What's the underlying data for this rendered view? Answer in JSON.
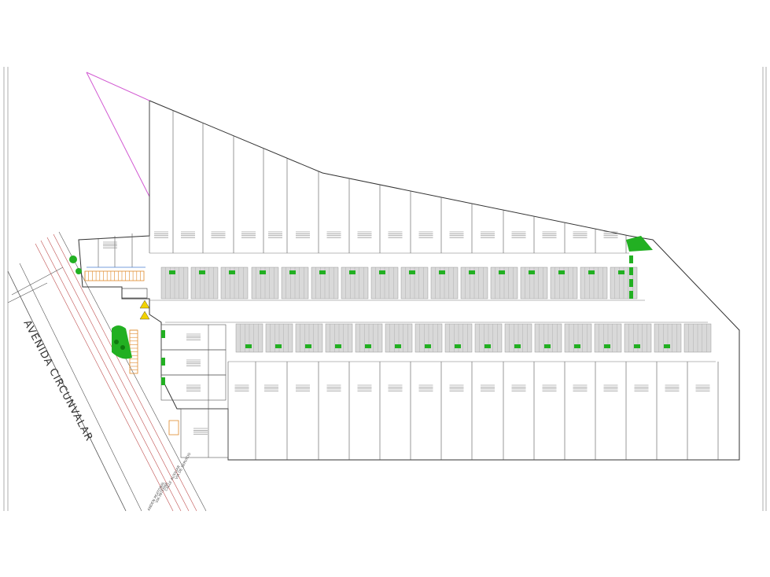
{
  "drawing": {
    "road_name": "AVENIDA CIRCUNVALAR",
    "street_labels": [
      "VIA DE SERVICIO",
      "CALLE AUXILIAR",
      "VIA INTERNA",
      "ANDEN PEATONAL"
    ],
    "colors": {
      "line": "#333333",
      "thin": "#8a8a8a",
      "green": "#22b022",
      "road_red": "#c05050",
      "boundary_magenta": "#d25ad2",
      "parking": "#e08a2a",
      "warning": "#f2d200",
      "bay_fill": "#d9d9d9"
    },
    "icons": [
      "tree-icon",
      "warning-triangle-icon"
    ]
  }
}
